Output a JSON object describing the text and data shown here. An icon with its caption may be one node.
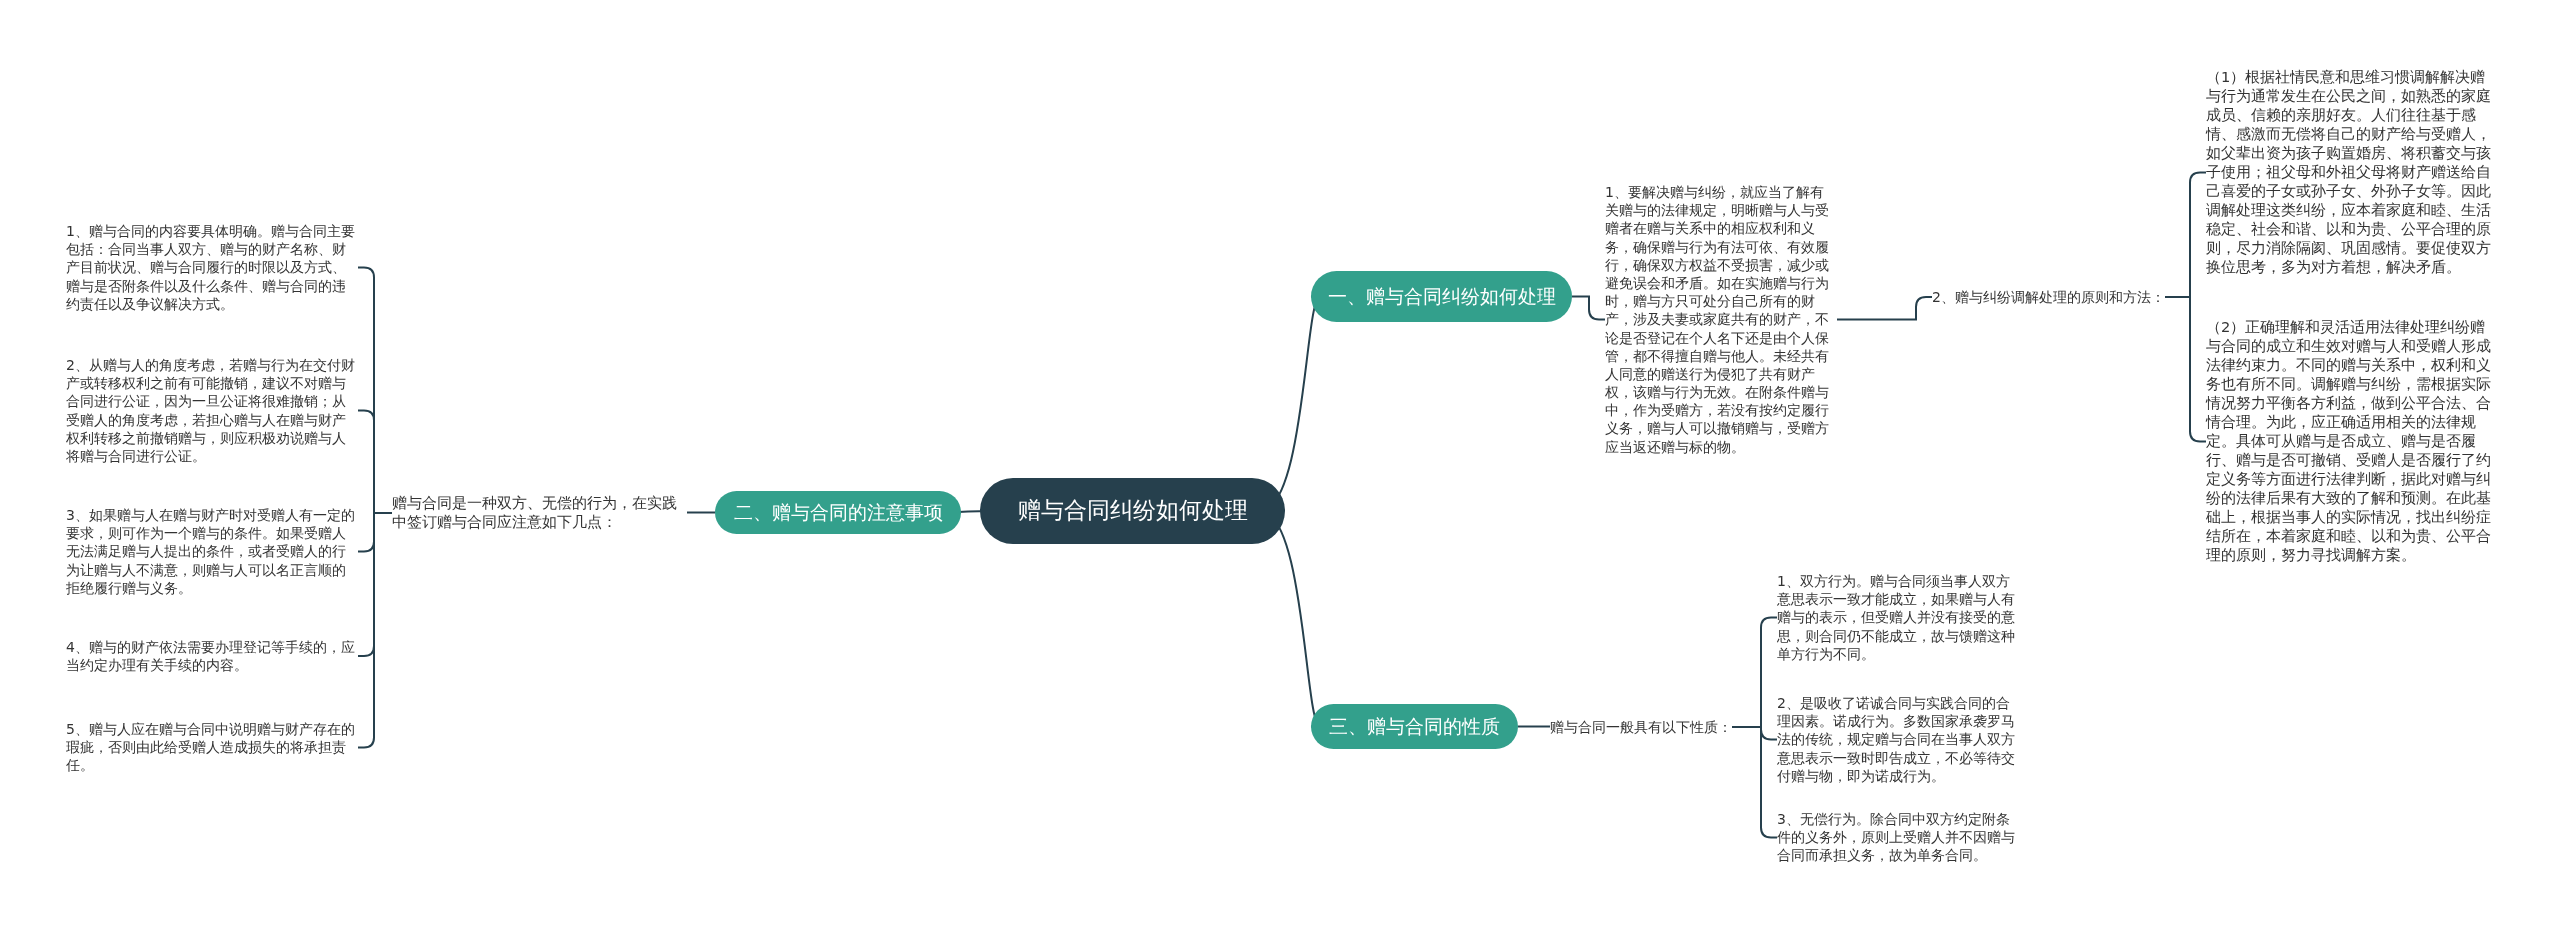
{
  "diagram": {
    "nodes": [
      {
        "text": [
          "赠与合同纠纷如何处理"
        ]
      },
      {
        "text": [
          "一、赠与合同纠纷如何处理"
        ]
      },
      {
        "text": [
          "1、要解决赠与纠纷，就应当了解有关赠与的法律规定，明晰赠与人与受赠者在赠与关系中的相应权利和义务，确保赠与行为有法可依、有效履行，确保双方权益不受损害，减少或避免误会和矛盾。如在实施赠与行为时，赠与方只可处分自己所有的财产，涉及夫妻或家庭共有的财产，不论是否登记在个人名下还是由个人保管，都不得擅自赠与他人。未经共有人同意的赠送行为侵犯了共有财产权，该赠与行为无效。在附条件赠与中，作为受赠方，若没有按约定履行义务，赠与人可以撤销赠与，受赠方应当返还赠与标的物。"
        ]
      },
      {
        "text": [
          "2、赠与纠纷调解处理的原则和方法："
        ]
      },
      {
        "text": [
          "（1）根据社情民意和思维习惯调解解决赠与行为通常发生在公民之间，如熟悉的家庭成员、信赖的亲朋好友。人们往往基于感情、感激而无偿将自己的财产给与受赠人，如父辈出资为孩子购置婚房、将积蓄交与孩子使用；祖父母和外祖父母将财产赠送给自己喜爱的子女或孙子女、外孙子女等。因此调解处理这类纠纷，应本着家庭和睦、生活稳定、社会和谐、以和为贵、公平合理的原则，尽力消除隔阂、巩固感情。要促使双方换位思考，多为对方着想，解决矛盾。"
        ]
      },
      {
        "text": [
          "（2）正确理解和灵活适用法律处理纠纷赠与合同的成立和生效对赠与人和受赠人形成法律约束力。不同的赠与关系中，权利和义务也有所不同。调解赠与纠纷，需根据实际情况努力平衡各方利益，做到公平合法、合情合理。为此，应正确适用相关的法律规定。具体可从赠与是否成立、赠与是否履行、赠与是否可撤销、受赠人是否履行了约定义务等方面进行法律判断，据此对赠与纠纷的法律后果有大致的了解和预测。在此基础上，根据当事人的实际情况，找出纠纷症结所在，本着家庭和睦、以和为贵、公平合理的原则，努力寻找调解方案。"
        ]
      },
      {
        "text": [
          "二、赠与合同的注意事项"
        ]
      },
      {
        "text": [
          "赠与合同是一种双方、无偿的行为，在实践中签订赠与合同应注意如下几点："
        ]
      },
      {
        "text": [
          "1、赠与合同的内容要具体明确。赠与合同主要包括：合同当事人双方、赠与的财产名称、财产目前状况、赠与合同履行的时限以及方式、赠与是否附条件以及什么条件、赠与合同的违约责任以及争议解决方式。"
        ]
      },
      {
        "text": [
          "2、从赠与人的角度考虑，若赠与行为在交付财产或转移权利之前有可能撤销，建议不对赠与合同进行公证，因为一旦公证将很难撤销；从受赠人的角度考虑，若担心赠与人在赠与财产权利转移之前撤销赠与，则应积极劝说赠与人将赠与合同进行公证。"
        ]
      },
      {
        "text": [
          "3、如果赠与人在赠与财产时对受赠人有一定的要求，则可作为一个赠与的条件。如果受赠人无法满足赠与人提出的条件，或者受赠人的行为让赠与人不满意，则赠与人可以名正言顺的拒绝履行赠与义务。"
        ]
      },
      {
        "text": [
          "4、赠与的财产依法需要办理登记等手续的，应当约定办理有关手续的内容。"
        ]
      },
      {
        "text": [
          "5、赠与人应在赠与合同中说明赠与财产存在的瑕疵，否则由此给受赠人造成损失的将承担责任。"
        ]
      },
      {
        "text": [
          "三、赠与合同的性质"
        ]
      },
      {
        "text": [
          "赠与合同一般具有以下性质："
        ]
      },
      {
        "text": [
          "1、双方行为。赠与合同须当事人双方意思表示一致才能成立，如果赠与人有赠与的表示，但受赠人并没有接受的意思，则合同仍不能成立，故与馈赠这种单方行为不同。"
        ]
      },
      {
        "text": [
          "2、是吸收了诺诚合同与实践合同的合理因素。诺成行为。多数国家承袭罗马法的传统，规定赠与合同在当事人双方意思表示一致时即告成立，不必等待交付赠与物，即为诺成行为。"
        ]
      },
      {
        "text": [
          "3、无偿行为。除合同中双方约定附条件的义务外，原则上受赠人并不因赠与合同而承担义务，故为单务合同。"
        ]
      }
    ],
    "edges": [
      {
        "from": 0,
        "to": 1,
        "arrow": "none"
      },
      {
        "from": 1,
        "to": 2,
        "arrow": "none"
      },
      {
        "from": 2,
        "to": 3,
        "arrow": "none"
      },
      {
        "from": 3,
        "to": 4,
        "arrow": "none"
      },
      {
        "from": 3,
        "to": 5,
        "arrow": "none"
      },
      {
        "from": 0,
        "to": 6,
        "arrow": "none"
      },
      {
        "from": 6,
        "to": 7,
        "arrow": "none"
      },
      {
        "from": 7,
        "to": 8,
        "arrow": "none"
      },
      {
        "from": 7,
        "to": 9,
        "arrow": "none"
      },
      {
        "from": 7,
        "to": 10,
        "arrow": "none"
      },
      {
        "from": 7,
        "to": 11,
        "arrow": "none"
      },
      {
        "from": 7,
        "to": 12,
        "arrow": "none"
      },
      {
        "from": 0,
        "to": 13,
        "arrow": "none"
      },
      {
        "from": 13,
        "to": 14,
        "arrow": "none"
      },
      {
        "from": 14,
        "to": 15,
        "arrow": "none"
      },
      {
        "from": 14,
        "to": 16,
        "arrow": "none"
      },
      {
        "from": 14,
        "to": 17,
        "arrow": "none"
      }
    ]
  }
}
